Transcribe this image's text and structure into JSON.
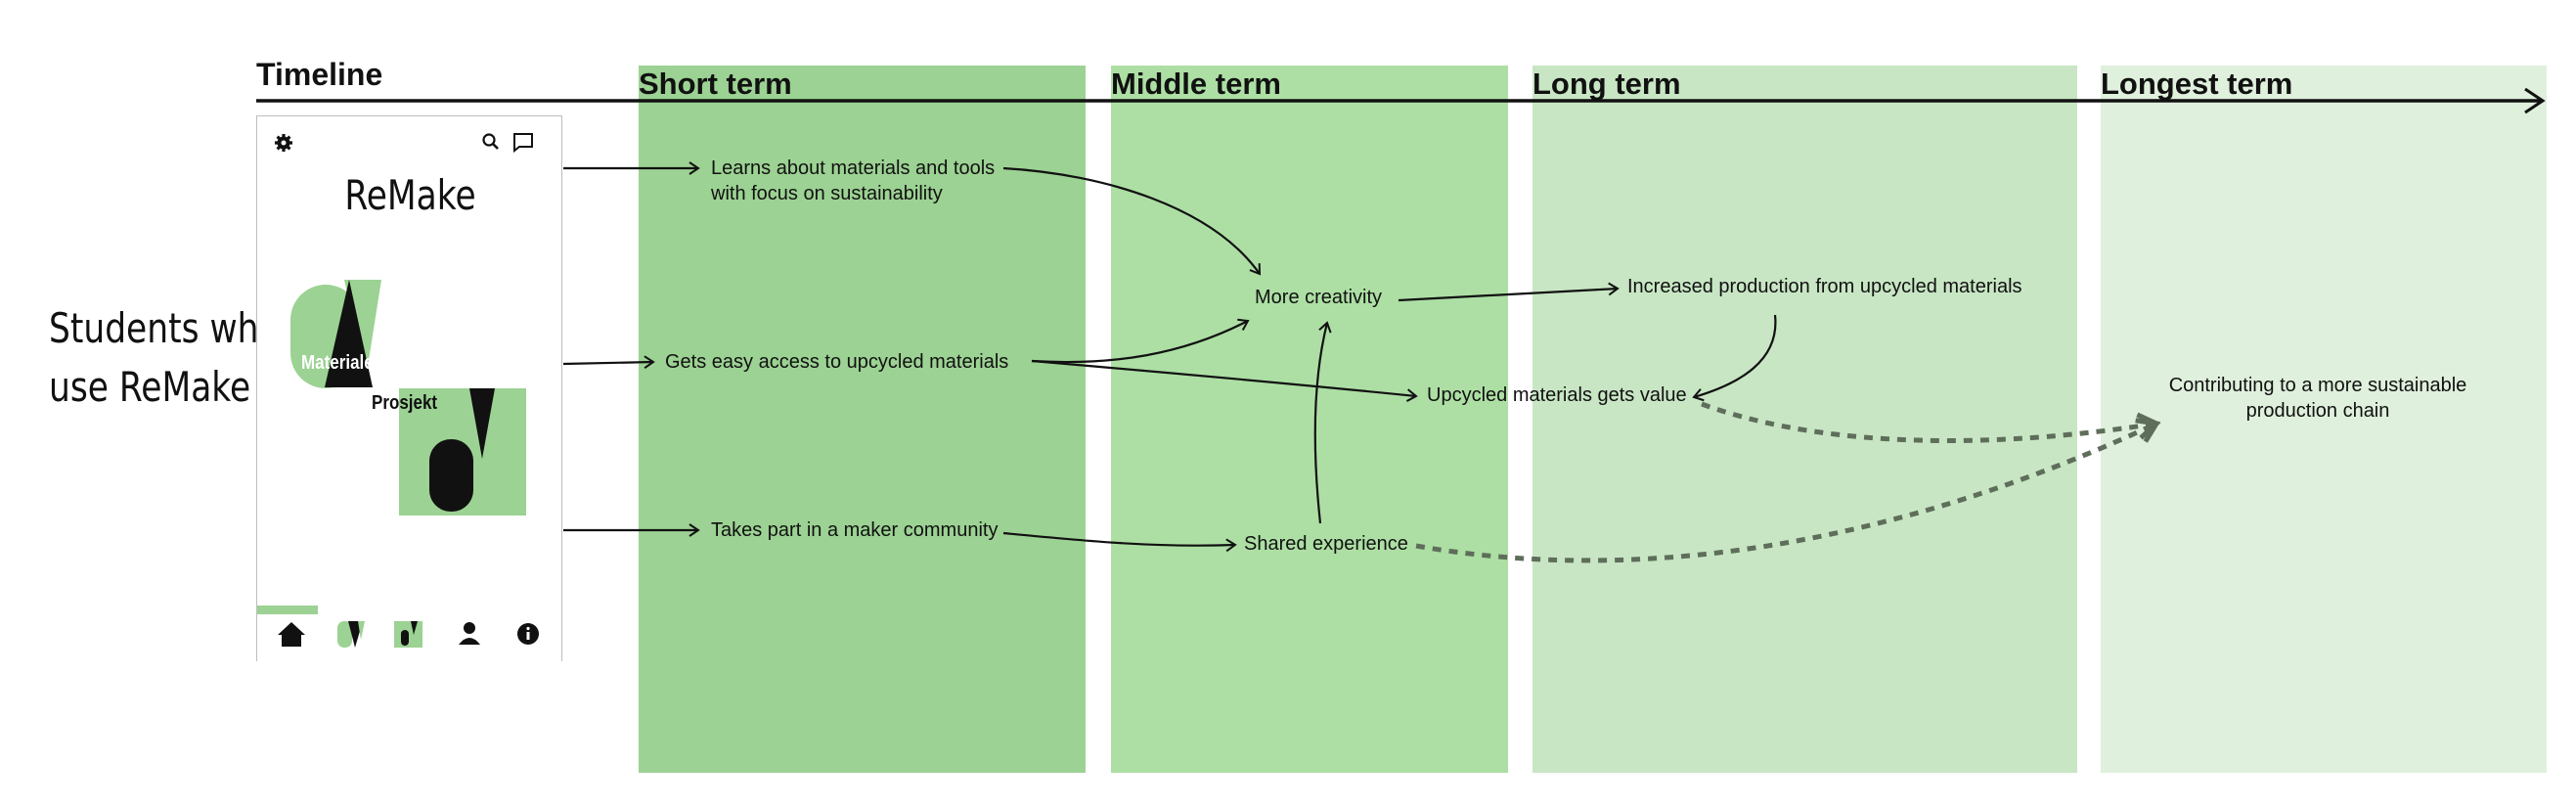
{
  "timeline_label": "Timeline",
  "subject": {
    "line1": "Students who",
    "line2": "use ReMake"
  },
  "columns": [
    {
      "label": "Short term",
      "color": "#9cd293"
    },
    {
      "label": "Middle term",
      "color": "#addfa4"
    },
    {
      "label": "Long term",
      "color": "#c8e6c4"
    },
    {
      "label": "Longest term",
      "color": "#dff0dc"
    }
  ],
  "phone": {
    "app_title": "ReMake",
    "tag_materials": "Materialer",
    "tag_projects": "Prosjekt",
    "top_icons": [
      "gear-icon",
      "search-icon",
      "chat-icon"
    ],
    "nav_icons": [
      "home-icon",
      "materials-icon",
      "projects-icon",
      "person-icon",
      "info-icon"
    ],
    "accent": "#9cd293"
  },
  "nodes": {
    "learns_1": "Learns about materials and tools",
    "learns_2": "with focus on sustainability",
    "access": "Gets easy access to upcycled materials",
    "community": "Takes part in a maker community",
    "creativity": "More creativity",
    "upcycled_value": "Upcycled materials gets value",
    "shared": "Shared experience",
    "production": "Increased production from upcycled materials",
    "sustainable_1": "Contributing to a more sustainable",
    "sustainable_2": "production chain"
  }
}
